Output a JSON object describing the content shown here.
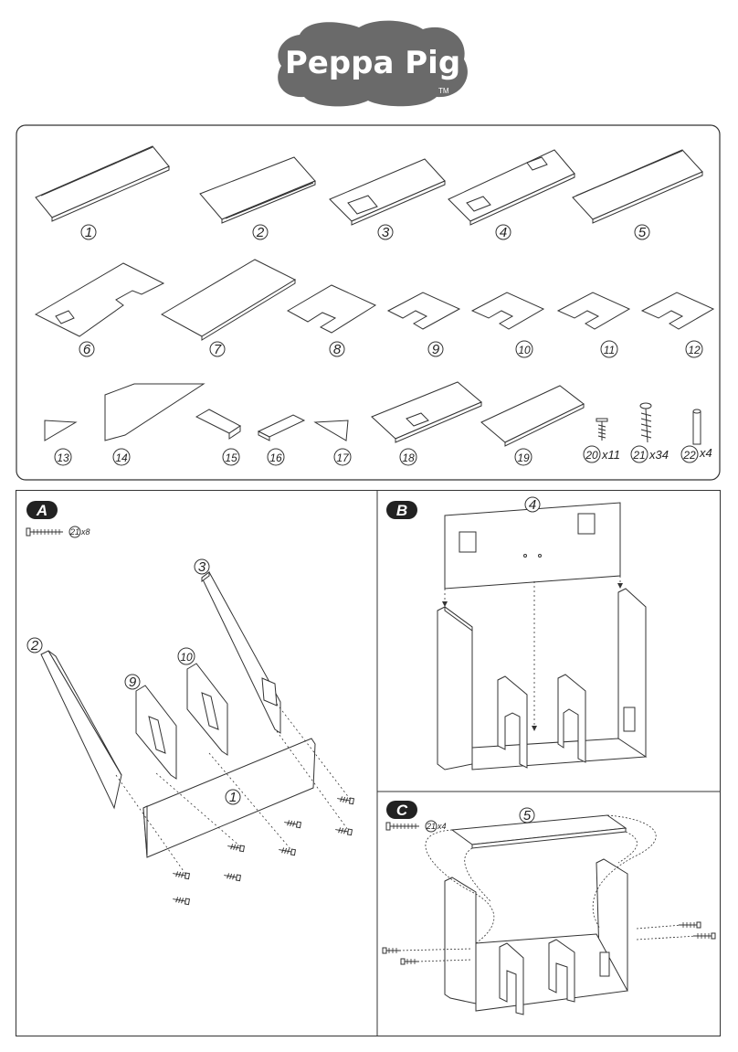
{
  "brand": {
    "name": "Peppa Pig",
    "tm": "TM"
  },
  "parts": [
    {
      "n": "1"
    },
    {
      "n": "2"
    },
    {
      "n": "3"
    },
    {
      "n": "4"
    },
    {
      "n": "5"
    },
    {
      "n": "6"
    },
    {
      "n": "7"
    },
    {
      "n": "8"
    },
    {
      "n": "9"
    },
    {
      "n": "10"
    },
    {
      "n": "11"
    },
    {
      "n": "12"
    },
    {
      "n": "13"
    },
    {
      "n": "14"
    },
    {
      "n": "15"
    },
    {
      "n": "16"
    },
    {
      "n": "17"
    },
    {
      "n": "18"
    },
    {
      "n": "19"
    }
  ],
  "hardware": [
    {
      "n": "20",
      "qty": "x11"
    },
    {
      "n": "21",
      "qty": "x34"
    },
    {
      "n": "22",
      "qty": "x4"
    }
  ],
  "steps": {
    "A": {
      "letter": "A",
      "screw": "21",
      "qty": "x8",
      "labels": [
        "1",
        "2",
        "3",
        "9",
        "10"
      ]
    },
    "B": {
      "letter": "B",
      "labels": [
        "4"
      ]
    },
    "C": {
      "letter": "C",
      "screw": "21",
      "qty": "x4",
      "labels": [
        "5"
      ]
    }
  }
}
